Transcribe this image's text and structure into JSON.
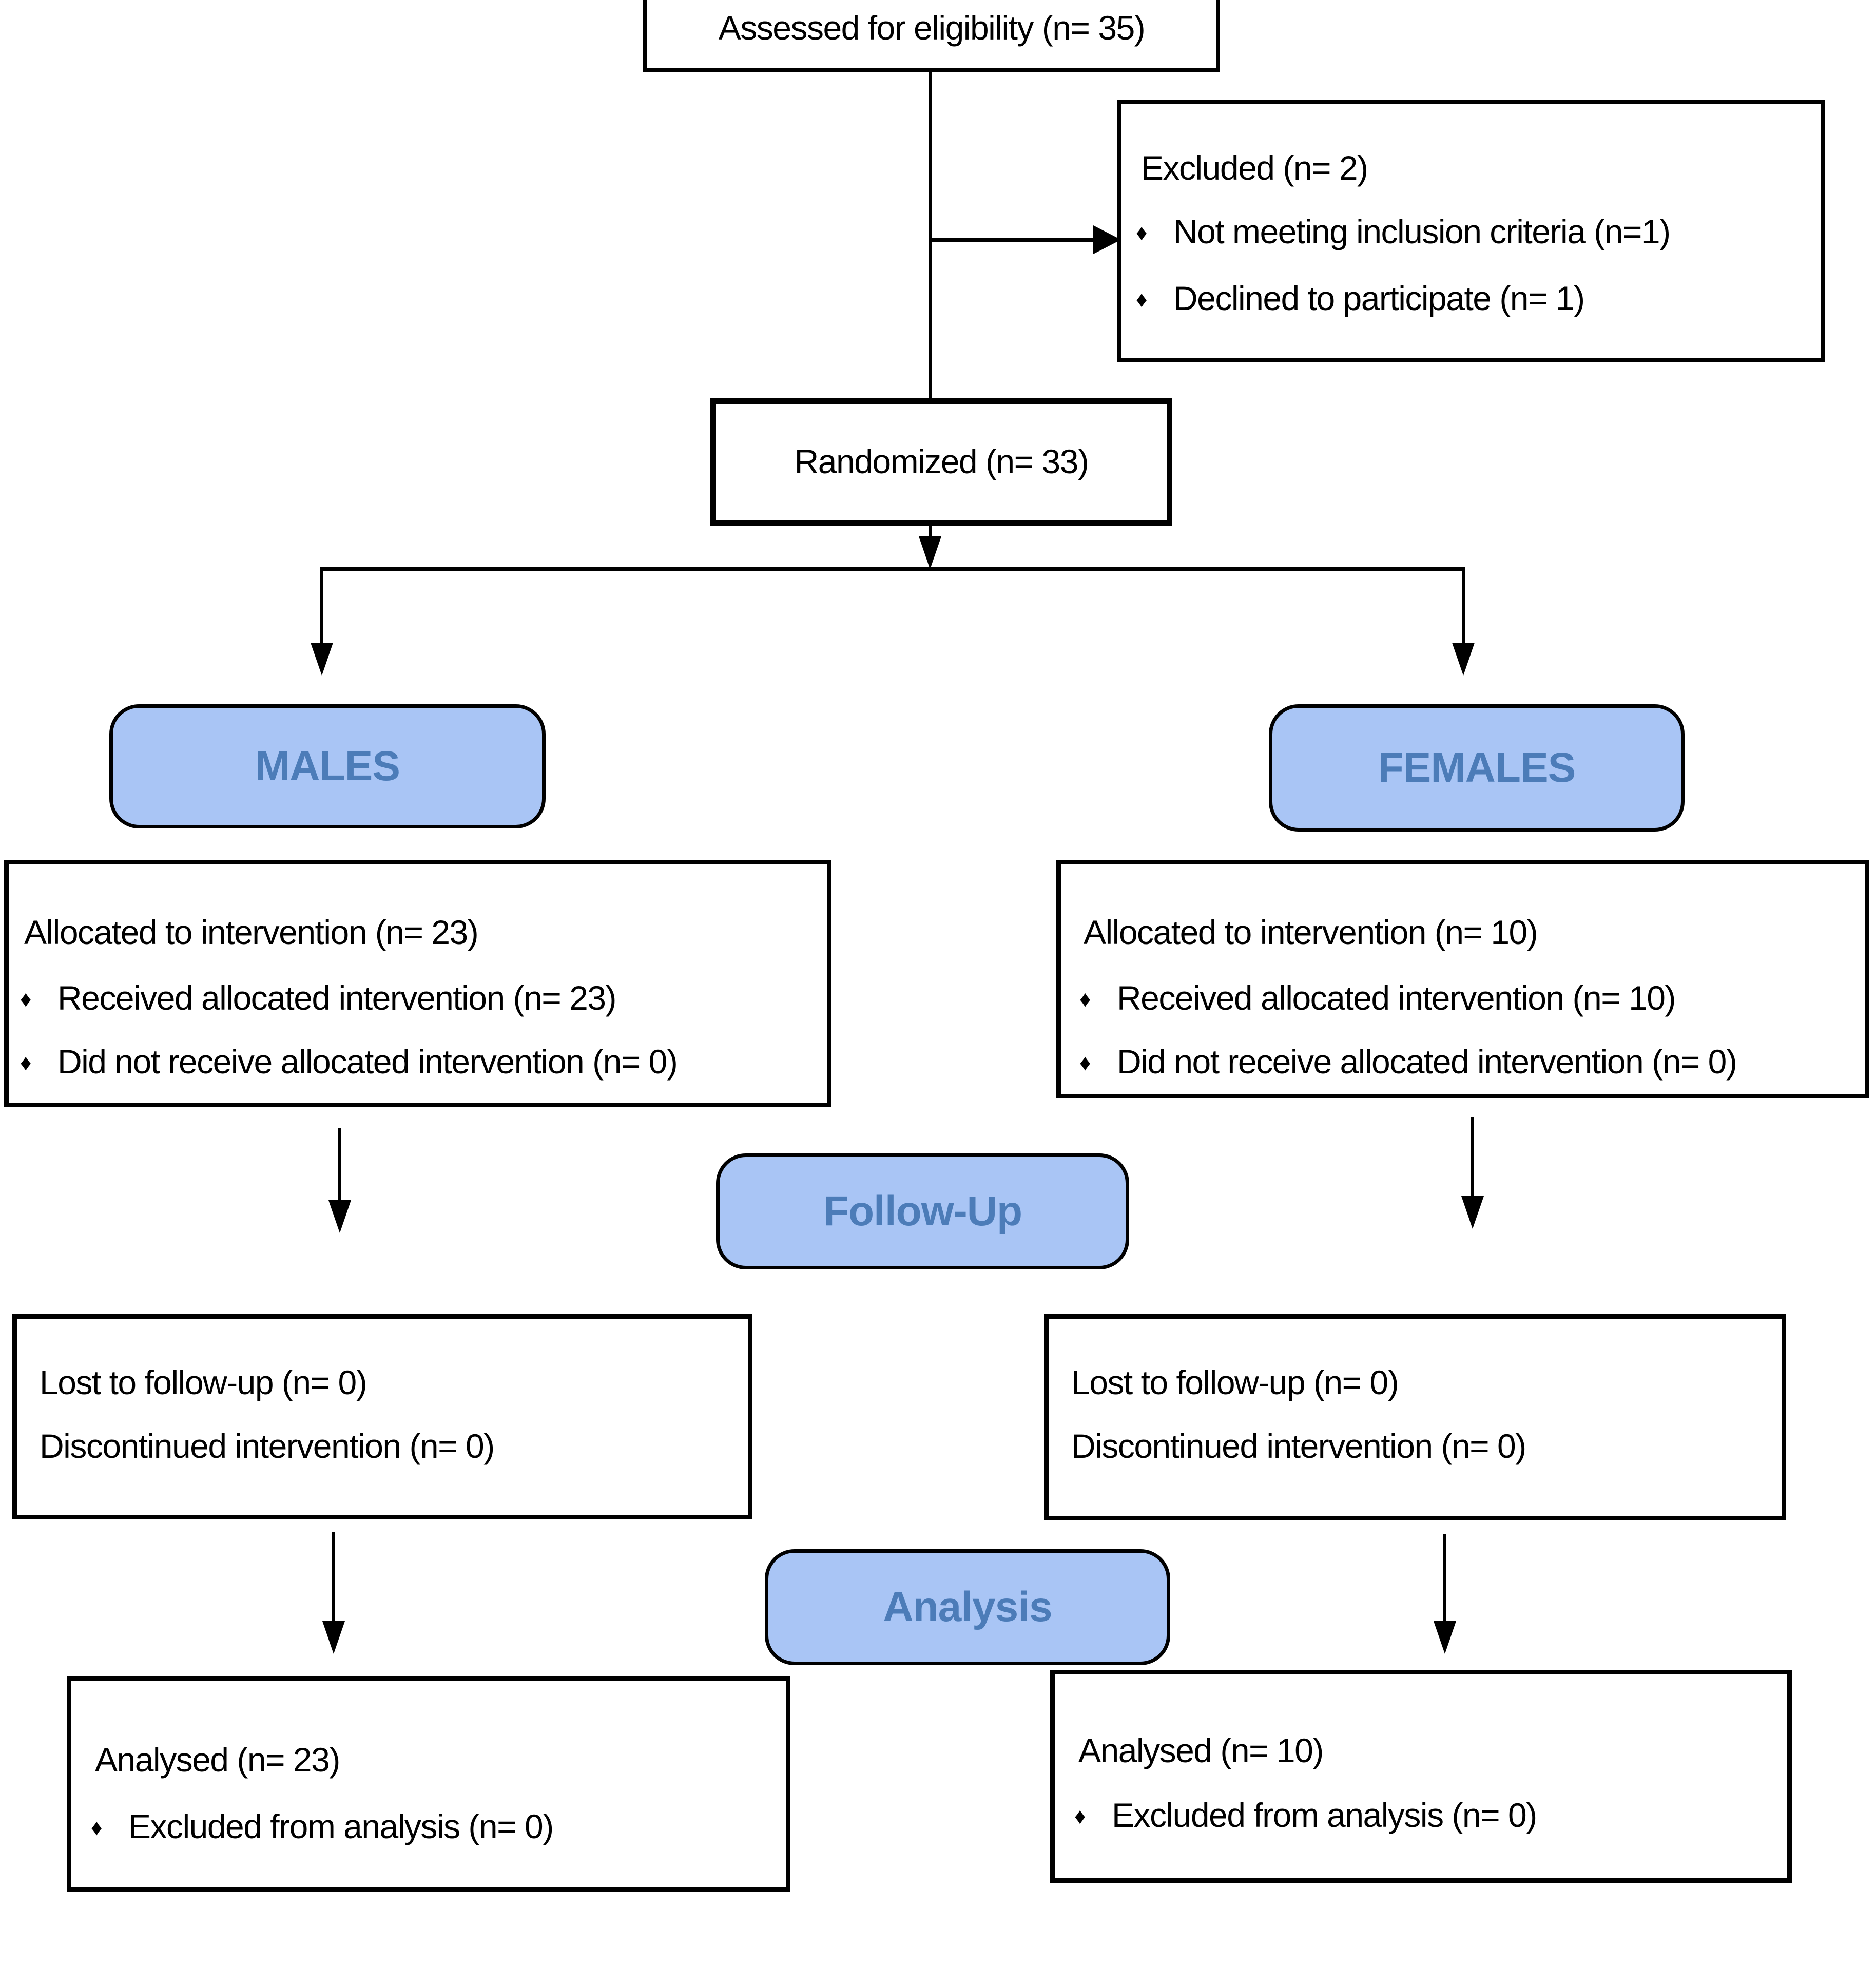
{
  "diagram": {
    "bullet_glyph": "♦",
    "colors": {
      "stage_fill": "#A9C5F5",
      "stage_text": "#4C7CB8",
      "box_border": "#000000",
      "line": "#000000",
      "background": "#FFFFFF"
    },
    "assessed": {
      "text": "Assessed for eligibility (n= 35)"
    },
    "excluded": {
      "title": "Excluded (n= 2)",
      "bullets": [
        "Not meeting inclusion criteria (n=1)",
        "Declined to participate (n= 1)"
      ]
    },
    "randomized": {
      "text": "Randomized (n= 33)"
    },
    "arms": {
      "males_label": "MALES",
      "females_label": "FEMALES"
    },
    "allocation": {
      "males": {
        "title": "Allocated to intervention (n= 23)",
        "bullets": [
          "Received allocated intervention (n= 23)",
          "Did not receive allocated intervention (n= 0)"
        ]
      },
      "females": {
        "title": "Allocated to intervention (n= 10)",
        "bullets": [
          "Received allocated intervention (n= 10)",
          "Did not receive allocated intervention (n= 0)"
        ]
      }
    },
    "followup": {
      "stage_label": "Follow-Up",
      "males": {
        "lines": [
          "Lost to follow-up (n= 0)",
          "Discontinued intervention (n= 0)"
        ]
      },
      "females": {
        "lines": [
          "Lost to follow-up (n= 0)",
          "Discontinued intervention (n= 0)"
        ]
      }
    },
    "analysis": {
      "stage_label": "Analysis",
      "males": {
        "title": "Analysed (n= 23)",
        "bullets": [
          "Excluded from analysis (n= 0)"
        ]
      },
      "females": {
        "title": "Analysed (n= 10)",
        "bullets": [
          "Excluded from analysis (n= 0)"
        ]
      }
    }
  }
}
